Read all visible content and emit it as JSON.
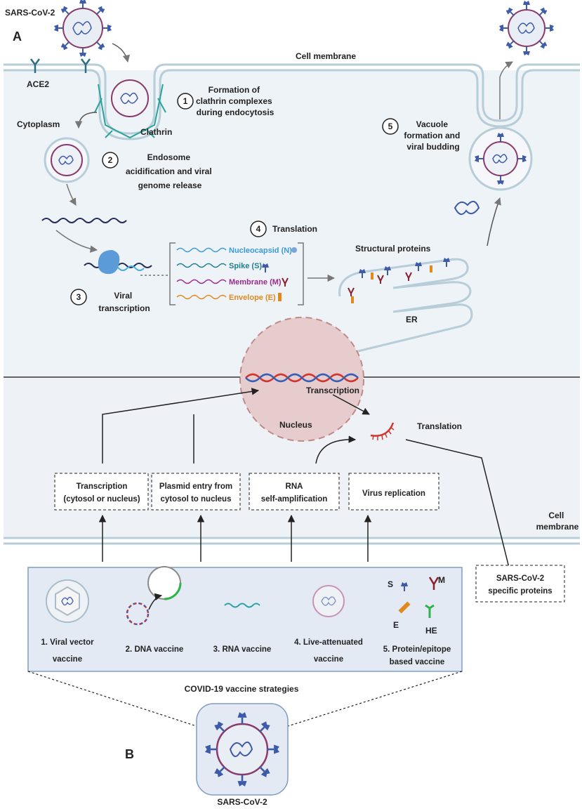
{
  "panel_a": {
    "letter": "A",
    "virus_label": "SARS-CoV-2",
    "cell_membrane": "Cell membrane",
    "ace2": "ACE2",
    "clathrin": "Clathrin",
    "cytoplasm": "Cytoplasm",
    "steps": [
      {
        "num": "1",
        "lines": [
          "Formation of",
          "clathrin complexes",
          "during endocytosis"
        ]
      },
      {
        "num": "2",
        "lines": [
          "Endosome",
          "acidification and viral",
          "genome release"
        ]
      },
      {
        "num": "3",
        "lines": [
          "Viral",
          "transcription"
        ]
      },
      {
        "num": "4",
        "lines": [
          "Translation"
        ]
      },
      {
        "num": "5",
        "lines": [
          "Vacuole",
          "formation and",
          "viral budding"
        ]
      }
    ],
    "proteins": [
      {
        "label": "Nucleocapsid (N)",
        "color": "#3b9ad9"
      },
      {
        "label": "Spike (S)",
        "color": "#1f7f8c"
      },
      {
        "label": "Membrane (M)",
        "color": "#9b2a8a"
      },
      {
        "label": "Envelope (E)",
        "color": "#e08a1e"
      }
    ],
    "structural_proteins": "Structural proteins",
    "er": "ER"
  },
  "panel_b": {
    "letter": "B",
    "transcription": "Transcription",
    "nucleus": "Nucleus",
    "translation": "Translation",
    "cell_membrane_lines": [
      "Cell",
      "membrane"
    ],
    "boxes": [
      {
        "lines": [
          "Transcription",
          "(cytosol or nucleus)"
        ]
      },
      {
        "lines": [
          "Plasmid entry from",
          "cytosol to nucleus"
        ]
      },
      {
        "lines": [
          "RNA",
          "self-amplification"
        ]
      },
      {
        "lines": [
          "Virus replication"
        ]
      }
    ],
    "specific_proteins": [
      "SARS-CoV-2",
      "specific proteins"
    ],
    "vaccines": [
      {
        "lines": [
          "1. Viral vector",
          "vaccine"
        ]
      },
      {
        "lines": [
          "2. DNA vaccine"
        ]
      },
      {
        "lines": [
          "3. RNA vaccine"
        ]
      },
      {
        "lines": [
          "4. Live-attenuated",
          "vaccine"
        ]
      },
      {
        "lines": [
          "5. Protein/epitope",
          "based vaccine"
        ]
      }
    ],
    "protein_letters": {
      "s": "S",
      "m": "M",
      "e": "E",
      "he": "HE"
    },
    "strategies_title": "COVID-19 vaccine strategies",
    "virus_label": "SARS-CoV-2"
  }
}
